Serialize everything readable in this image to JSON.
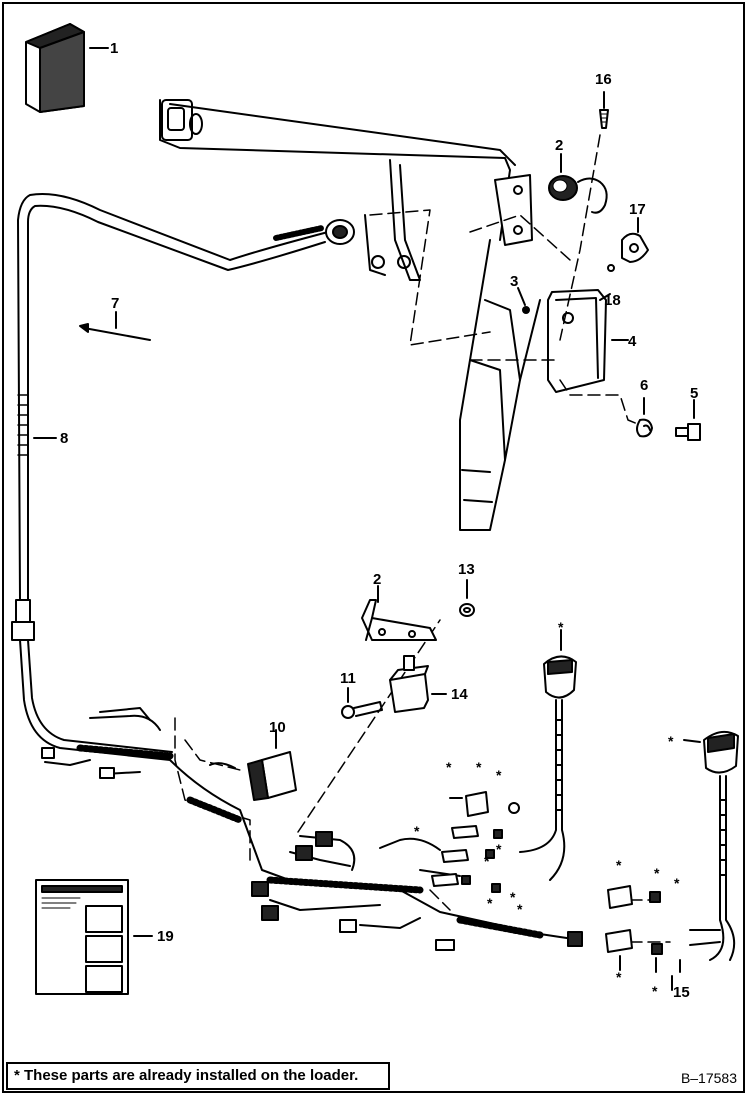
{
  "callouts": [
    {
      "id": "c1",
      "text": "1"
    },
    {
      "id": "c2a",
      "text": "2"
    },
    {
      "id": "c2b",
      "text": "2"
    },
    {
      "id": "c3",
      "text": "3"
    },
    {
      "id": "c4",
      "text": "4"
    },
    {
      "id": "c5",
      "text": "5"
    },
    {
      "id": "c6",
      "text": "6"
    },
    {
      "id": "c7",
      "text": "7"
    },
    {
      "id": "c8",
      "text": "8"
    },
    {
      "id": "c10",
      "text": "10"
    },
    {
      "id": "c11",
      "text": "11"
    },
    {
      "id": "c13",
      "text": "13"
    },
    {
      "id": "c14",
      "text": "14"
    },
    {
      "id": "c15",
      "text": "15"
    },
    {
      "id": "c16",
      "text": "16"
    },
    {
      "id": "c17",
      "text": "17"
    },
    {
      "id": "c18",
      "text": "18"
    },
    {
      "id": "c19",
      "text": "19"
    }
  ],
  "installed_marker": "*",
  "footnote": "* These parts are already installed on the loader.",
  "figure_id": "B–17583",
  "colors": {
    "ink": "#000000",
    "paper": "#ffffff",
    "shade": "#555555"
  }
}
